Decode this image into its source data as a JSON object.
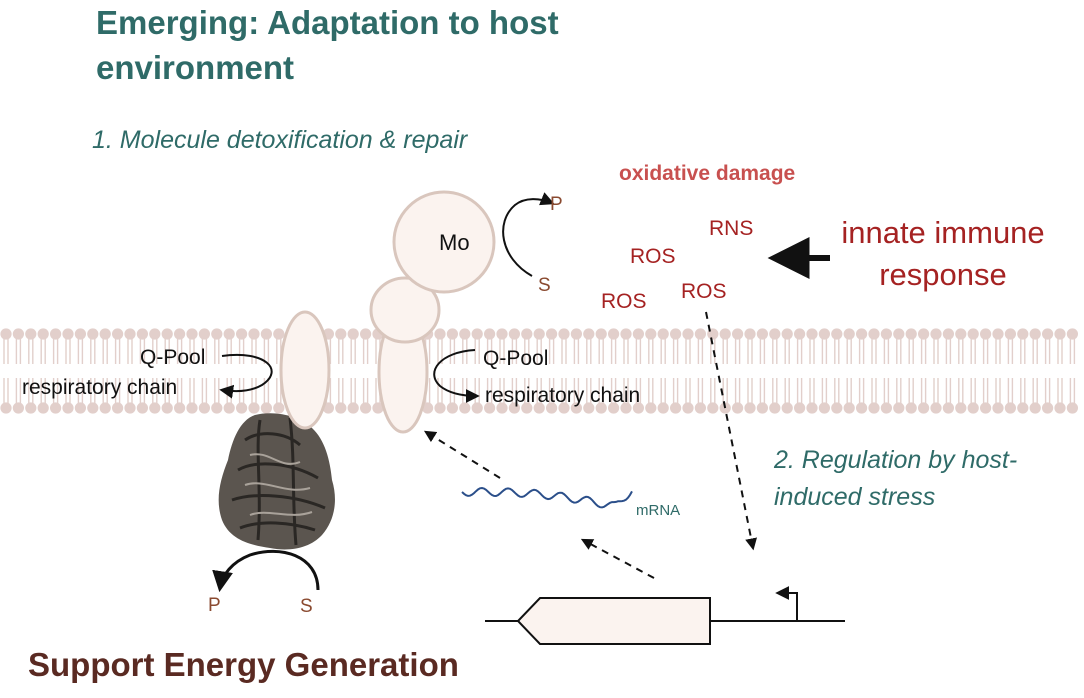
{
  "title": "Emerging: Adaptation to host environment",
  "section1": "1. Molecule detoxification & repair",
  "section2": "2. Regulation by host-induced stress",
  "stress": {
    "heading": "oxidative damage",
    "species": [
      "RNS",
      "ROS",
      "ROS",
      "ROS"
    ],
    "source": "innate immune response"
  },
  "enzyme": {
    "cofactor": "Mo",
    "product": "P",
    "substrate": "S"
  },
  "membrane": {
    "left_complex": {
      "line1": "Q-Pool",
      "line2": "respiratory chain"
    },
    "right_complex": {
      "line1": "Q-Pool",
      "line2": "respiratory chain"
    }
  },
  "atp_synthase": {
    "product": "P",
    "substrate": "S"
  },
  "gene": {
    "transcript_label": "mRNA"
  },
  "footer": "Support Energy Generation",
  "colors": {
    "teal": "#2f6b68",
    "dark_red": "#a52222",
    "oxidative_red": "#c8504f",
    "brown": "#5a2a22",
    "membrane": "#e2cfcb",
    "protein_fill": "#fbf3ef",
    "protein_stroke": "#d9c6bd"
  }
}
